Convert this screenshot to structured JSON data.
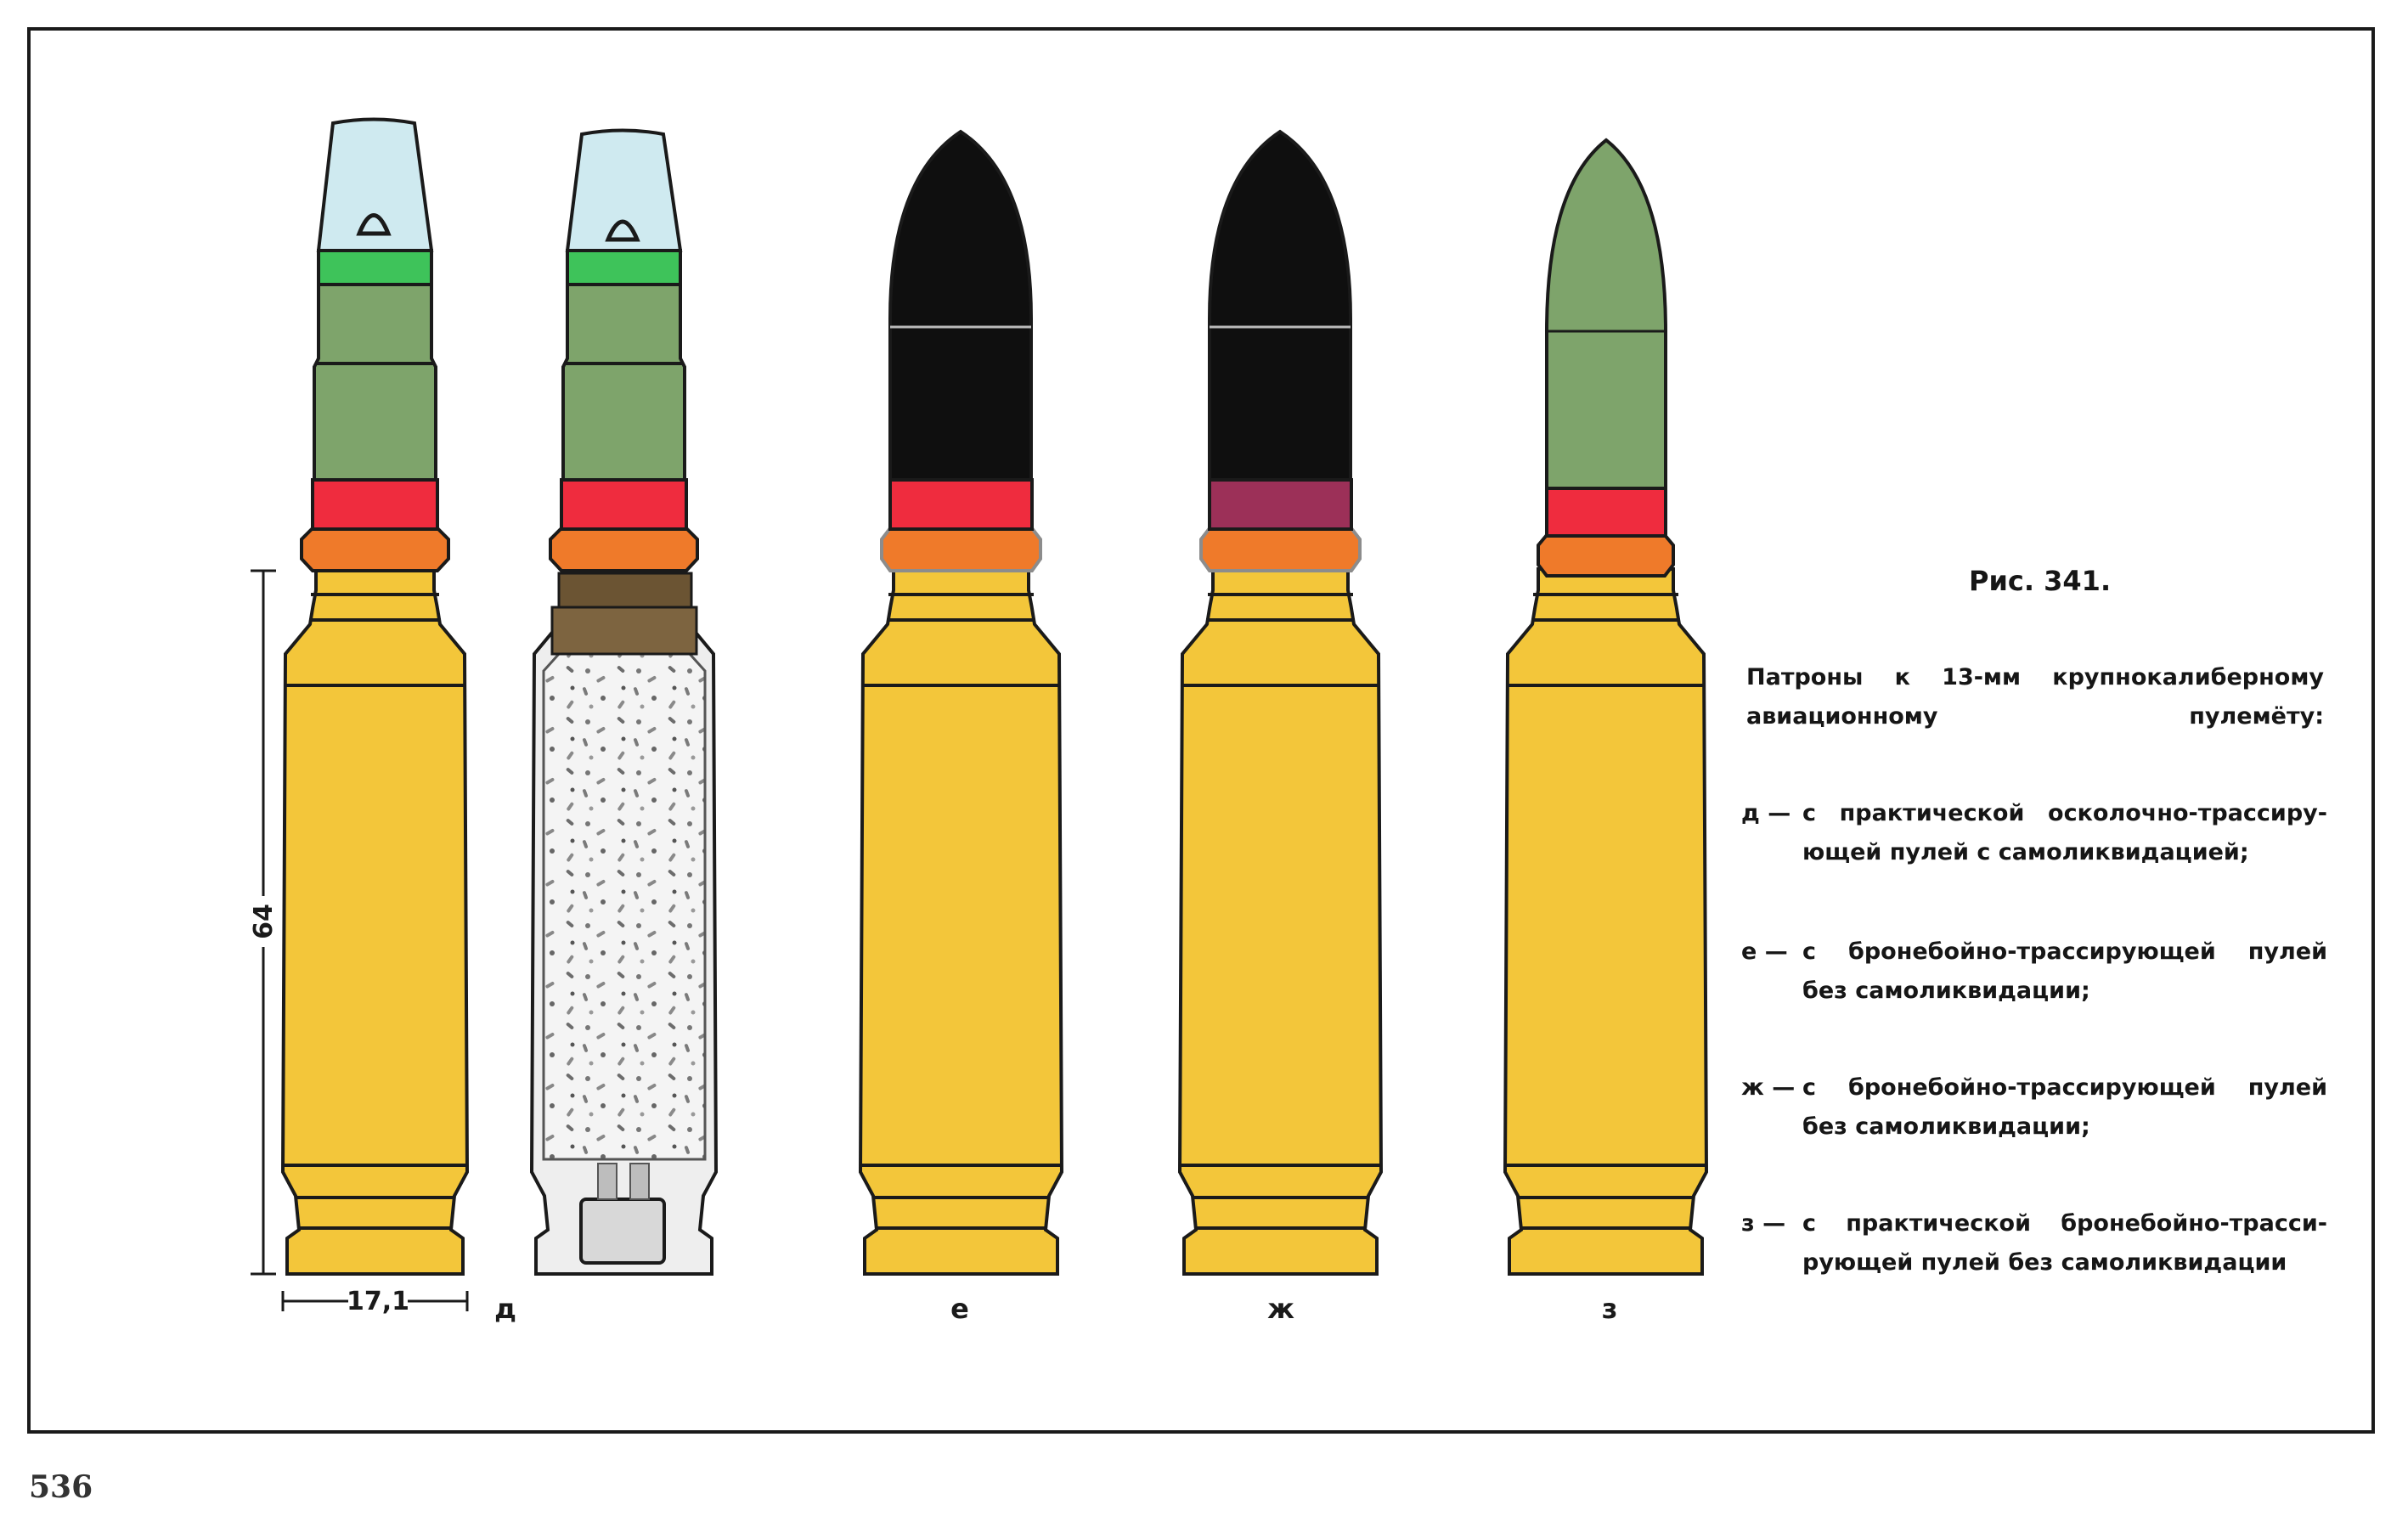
{
  "figure": {
    "number": "Рис. 341.",
    "caption": "Патроны к 13-мм крупнокалиберному авиационному пулемёту:",
    "page_number": "536"
  },
  "dimensions": {
    "height_label": "64",
    "width_label": "17,1"
  },
  "cartridges": [
    {
      "letter": "д",
      "label": "с практической осколочно-трассирующей пулей с самоликвидацией;",
      "tip": "light-blue",
      "band": "red",
      "cutaway": false
    },
    {
      "letter": "",
      "label": "",
      "tip": "light-blue",
      "band": "red",
      "cutaway": true
    },
    {
      "letter": "е",
      "label": "с бронебойно-трассирующей пулей без самоликвидации;",
      "tip": "black",
      "band": "red",
      "cutaway": false
    },
    {
      "letter": "ж",
      "label": "с бронебойно-трассирующей пулей без самоликвидации;",
      "tip": "black",
      "band": "purple",
      "cutaway": false
    },
    {
      "letter": "з",
      "label": "с практической бронебойно-трассирующей пулей без самоликвидации",
      "tip": "green",
      "band": "red",
      "cutaway": false
    }
  ],
  "legend": [
    {
      "letter": "д —",
      "line1": "с практической осколочно-трассиру-",
      "line2": "ющей пулей с самоликвидацией;"
    },
    {
      "letter": "е —",
      "line1": "с бронебойно-трассирующей пулей",
      "line2": "без самоликвидации;"
    },
    {
      "letter": "ж —",
      "line1": "с бронебойно-трассирующей пулей",
      "line2": "без самоликвидации;"
    },
    {
      "letter": "з —",
      "line1": "с практической бронебойно-трасси-",
      "line2": "рующей пулей без самоликвидации"
    }
  ],
  "colors": {
    "brass": "#f3c63a",
    "brass_dark": "#d9a81e",
    "light_blue": "#cfeaf0",
    "bright_green": "#3ec35a",
    "olive_green": "#7ea46b",
    "red": "#ef2c3e",
    "orange": "#ef7a2a",
    "black": "#0f0f0f",
    "purple": "#9c3058",
    "brown": "#6b5433",
    "outline": "#1a1a1a"
  }
}
